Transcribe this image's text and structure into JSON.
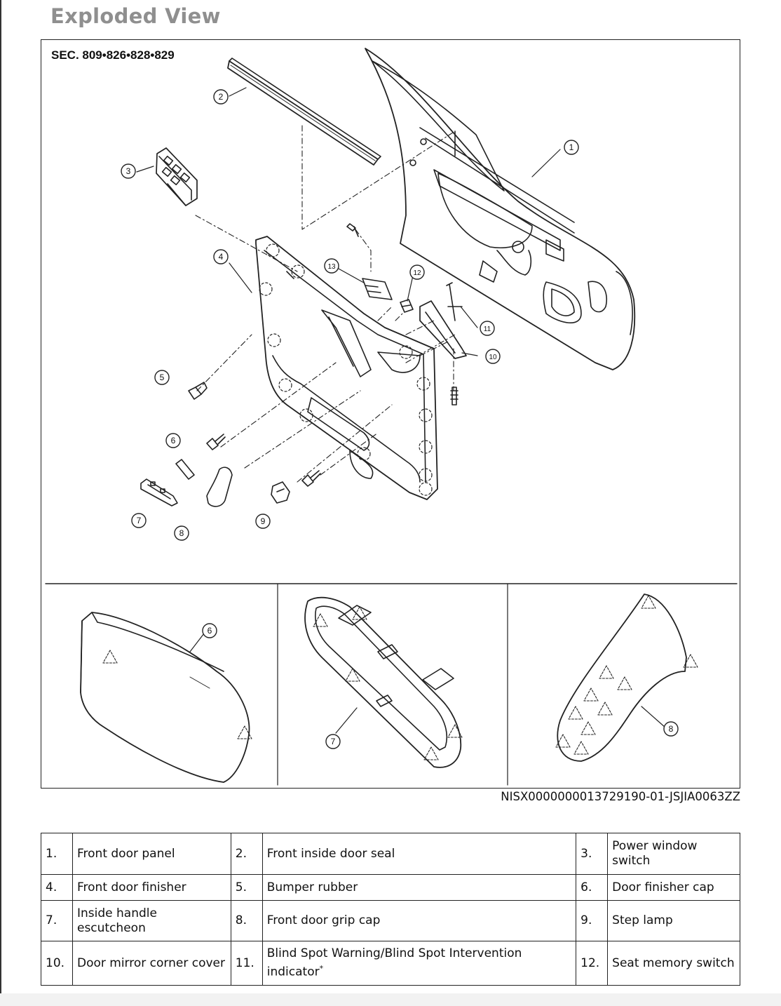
{
  "title": "Exploded View",
  "figure": {
    "section_label": "SEC. 809•826•828•829",
    "reference_code": "NISX0000000013729190-01-JSJIA0063ZZ",
    "callouts": [
      "1",
      "2",
      "3",
      "4",
      "5",
      "6",
      "7",
      "8",
      "9",
      "10",
      "11",
      "12",
      "13"
    ],
    "detail_callouts": [
      "6",
      "7",
      "8"
    ]
  },
  "parts_table": [
    [
      {
        "num": "1.",
        "name": "Front door panel"
      },
      {
        "num": "2.",
        "name": "Front inside door seal"
      },
      {
        "num": "3.",
        "name": "Power window switch"
      }
    ],
    [
      {
        "num": "4.",
        "name": "Front door finisher"
      },
      {
        "num": "5.",
        "name": "Bumper rubber"
      },
      {
        "num": "6.",
        "name": "Door finisher cap"
      }
    ],
    [
      {
        "num": "7.",
        "name": "Inside handle escutcheon"
      },
      {
        "num": "8.",
        "name": "Front door grip cap"
      },
      {
        "num": "9.",
        "name": "Step lamp"
      }
    ],
    [
      {
        "num": "10.",
        "name": "Door mirror corner cover"
      },
      {
        "num": "11.",
        "name": "Blind Spot Warning/Blind Spot Intervention indicator",
        "mark": "*"
      },
      {
        "num": "12.",
        "name": "Seat memory switch"
      }
    ]
  ]
}
